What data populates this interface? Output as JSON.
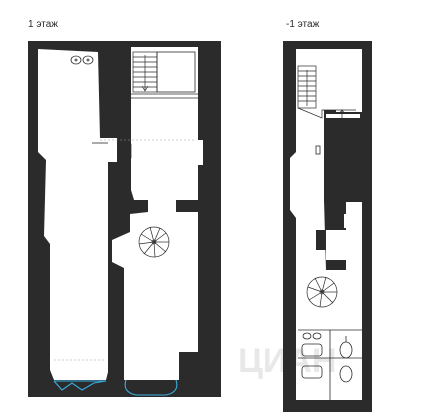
{
  "floors": [
    {
      "id": "floor-1",
      "label": "1 этаж"
    },
    {
      "id": "floor-minus-1",
      "label": "-1 этаж"
    }
  ],
  "watermark": {
    "text": "ЦИАН"
  },
  "colors": {
    "walls": "#2b2b2b",
    "doors": "#3ab0e0",
    "background": "#ffffff"
  }
}
